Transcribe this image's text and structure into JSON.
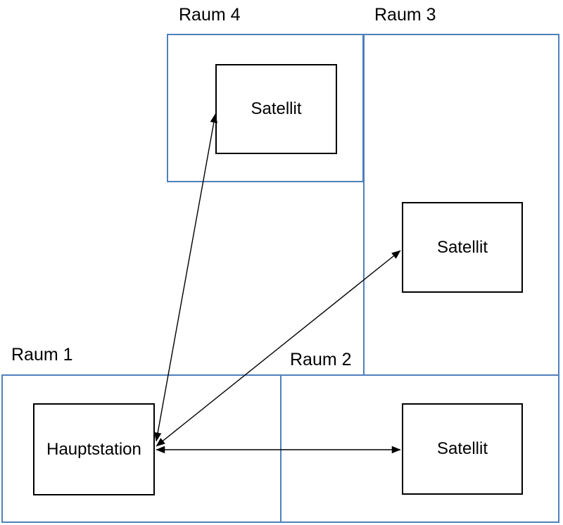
{
  "diagram": {
    "colors": {
      "background": "#ffffff",
      "room_border": "#4e80bd",
      "node_border": "#000000",
      "arrow": "#000000",
      "text": "#000000"
    },
    "rooms": [
      {
        "id": "raum-1",
        "label": "Raum 1"
      },
      {
        "id": "raum-2",
        "label": "Raum 2"
      },
      {
        "id": "raum-3",
        "label": "Raum 3"
      },
      {
        "id": "raum-4",
        "label": "Raum 4"
      }
    ],
    "nodes": [
      {
        "id": "hauptstation",
        "label": "Hauptstation",
        "room": "Raum 1"
      },
      {
        "id": "satellit-raum-4",
        "label": "Satellit",
        "room": "Raum 4"
      },
      {
        "id": "satellit-raum-3",
        "label": "Satellit",
        "room": "Raum 3"
      },
      {
        "id": "satellit-raum-2",
        "label": "Satellit",
        "room": "Raum 2"
      }
    ],
    "edges": [
      {
        "from": "Hauptstation",
        "to": "Satellit (Raum 4)",
        "type": "bidirectional-arrow"
      },
      {
        "from": "Hauptstation",
        "to": "Satellit (Raum 3)",
        "type": "bidirectional-arrow"
      },
      {
        "from": "Hauptstation",
        "to": "Satellit (Raum 2)",
        "type": "bidirectional-arrow"
      }
    ]
  }
}
